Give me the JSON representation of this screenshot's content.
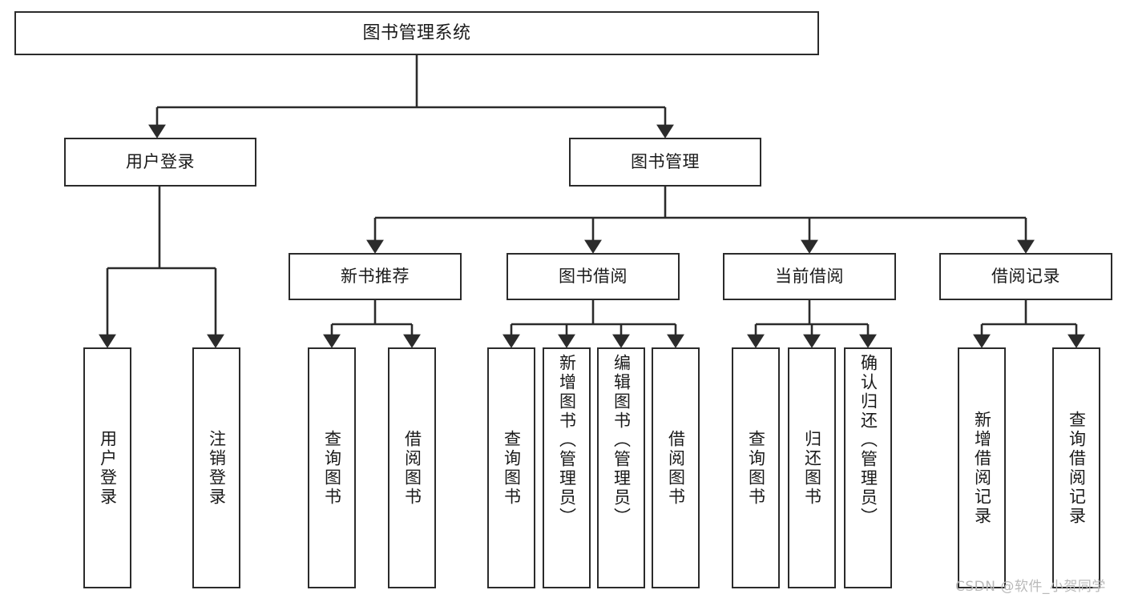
{
  "diagram": {
    "title": "图书管理系统",
    "type": "function-structure-tree",
    "levels": 4,
    "colors": {
      "border": "#2b2b2b",
      "background": "#ffffff",
      "text": "#1a1a1a",
      "connector": "#2b2b2b",
      "watermark": "#b9b9b9"
    },
    "nodes": {
      "root": {
        "label": "图书管理系统"
      },
      "level2": [
        {
          "label": "用户登录"
        },
        {
          "label": "图书管理"
        }
      ],
      "level3": [
        {
          "label": "新书推荐"
        },
        {
          "label": "图书借阅"
        },
        {
          "label": "当前借阅"
        },
        {
          "label": "借阅记录"
        }
      ],
      "leaves_user_login": [
        {
          "label": "用户登录"
        },
        {
          "label": "注销登录"
        }
      ],
      "leaves_new_book": [
        {
          "label": "查询图书"
        },
        {
          "label": "借阅图书"
        }
      ],
      "leaves_borrow": [
        {
          "label": "查询图书"
        },
        {
          "label": "新增图书（管理员）"
        },
        {
          "label": "编辑图书（管理员）"
        },
        {
          "label": "借阅图书"
        }
      ],
      "leaves_current": [
        {
          "label": "查询图书"
        },
        {
          "label": "归还图书"
        },
        {
          "label": "确认归还（管理员）"
        }
      ],
      "leaves_records": [
        {
          "label": "新增借阅记录"
        },
        {
          "label": "查询借阅记录"
        }
      ]
    }
  },
  "watermark": {
    "text": "CSDN @软件_小贺同学"
  }
}
